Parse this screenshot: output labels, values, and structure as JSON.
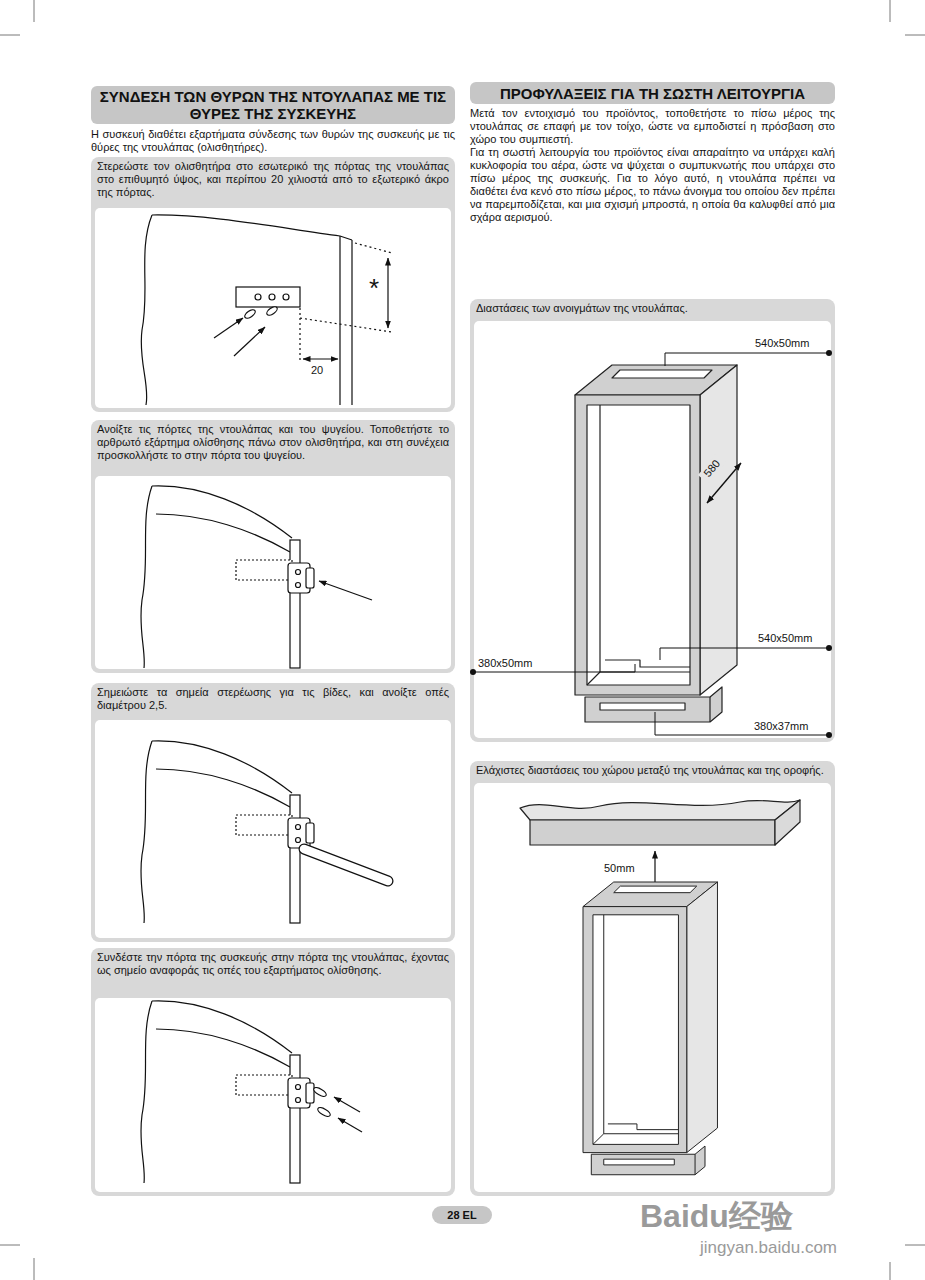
{
  "diagram": {
    "nodes": [
      {
        "text": [
          "ΣΥΝΔΕΣΗ ΤΩΝ ΘΥΡΩΝ ΤΗΣ ΝΤΟΥΛΑΠΑΣ ΜΕ ΤΙΣ ΘΥΡΕΣ ΤΗΣ ΣΥΣΚΕΥΗΣ"
        ]
      },
      {
        "text": [
          "ΠΡΟΦΥΛΑΞΕΙΣ ΓΙΑ ΤΗ ΣΩΣΤΗ ΛΕΙΤΟΥΡΓΙΑ"
        ]
      },
      {
        "text": [
          "Στερεώστε τον ολισθητήρα στο εσωτερικό της πόρτας της ντουλάπας στο επιθυμητό ύψος, και περίπου 20 χιλιοστά από το εξωτερικό άκρο της πόρτας."
        ]
      },
      {
        "text": [
          "Ανοίξτε τις πόρτες της ντουλάπας και του ψυγείου. Τοποθετήστε το αρθρωτό εξάρτημα ολίσθησης πάνω στον ολισθητήρα, και στη συνέχεια προσκολλήστε το στην πόρτα του ψυγείου."
        ]
      },
      {
        "text": [
          "Σημειώστε τα σημεία στερέωσης για τις βίδες, και ανοίξτε οπές διαμέτρου 2,5."
        ]
      },
      {
        "text": [
          "Συνδέστε την πόρτα της συσκευής στην πόρτα της ντουλάπας, έχοντας ως σημείο αναφοράς τις οπές του εξαρτήματος ολίσθησης."
        ]
      },
      {
        "text": [
          "Διαστάσεις των ανοιγμάτων της ντουλάπας."
        ]
      },
      {
        "text": [
          "Ελάχιστες διαστάσεις του χώρου μεταξύ της ντουλάπας και της οροφής."
        ]
      },
      {
        "text": [
          "28 EL"
        ]
      }
    ],
    "labels": [
      "Η συσκευή διαθέτει εξαρτήματα σύνδεσης των θυρών της συσκευής με τις θύρες της ντουλάπας (ολισθητήρες).",
      "Μετά τον εντοιχισμό του προϊόντος, τοποθετήστε το πίσω μέρος της ντουλάπας σε επαφή με τον τοίχο, ώστε να εμποδιστεί η πρόσβαση στο χώρο του συμπιεστή.",
      "Για τη σωστή λειτουργία του προϊόντος είναι απαραίτητο να υπάρχει καλή κυκλοφορία του αέρα, ώστε να ψύχεται ο συμπυκνωτής που υπάρχει στο πίσω μέρος της συσκευής. Για το λόγο αυτό, η ντουλάπα πρέπει να διαθέτει ένα κενό στο πίσω μέρος, το πάνω άνοιγμα του οποίου δεν πρέπει να παρεμποδίζεται, και μια σχισμή μπροστά, η οποία θα καλυφθεί από μια σχάρα αερισμού.",
      "*",
      "20",
      "540x50mm",
      "580",
      "540x50mm",
      "380x50mm",
      "380x37mm",
      "50mm",
      "Baidu经验",
      "jingyan.baidu.com"
    ]
  }
}
